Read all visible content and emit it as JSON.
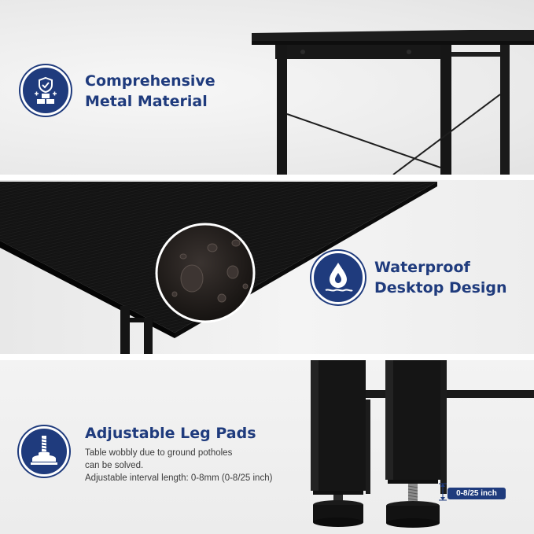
{
  "colors": {
    "brand_navy": "#1f3b7d",
    "desk_black": "#141414",
    "panel_grey": "#ececec"
  },
  "features": [
    {
      "icon": "shield-badge-icon",
      "title_line1": "Comprehensive",
      "title_line2": "Metal Material"
    },
    {
      "icon": "water-drop-icon",
      "title_line1": "Waterproof",
      "title_line2": "Desktop Design"
    },
    {
      "icon": "leg-pad-icon",
      "title_line1": "Adjustable Leg Pads",
      "desc_line1": "Table wobbly due to ground potholes",
      "desc_line2": "can be solved.",
      "desc_line3": "Adjustable interval length: 0-8mm (0-8/25 inch)"
    }
  ],
  "measurement": {
    "label": "0-8/25 inch"
  }
}
